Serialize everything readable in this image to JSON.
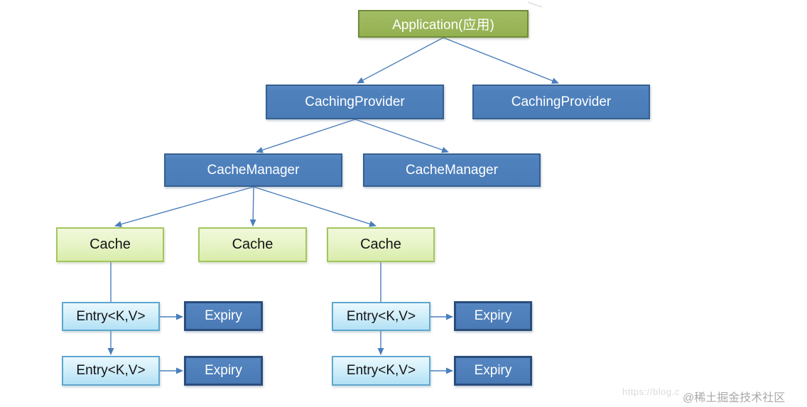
{
  "diagram": {
    "nodes": {
      "application": "Application(应用)",
      "caching_provider_left": "CachingProvider",
      "caching_provider_right": "CachingProvider",
      "cache_manager_left": "CacheManager",
      "cache_manager_right": "CacheManager",
      "cache_left": "Cache",
      "cache_middle": "Cache",
      "cache_right": "Cache",
      "entry_left_1": "Entry<K,V>",
      "expiry_left_1": "Expiry",
      "entry_left_2": "Entry<K,V>",
      "expiry_left_2": "Expiry",
      "entry_right_1": "Entry<K,V>",
      "expiry_right_1": "Expiry",
      "entry_right_2": "Entry<K,V>",
      "expiry_right_2": "Expiry"
    },
    "edges": [
      {
        "from": "application",
        "to": "caching_provider_left",
        "arrowhead": true
      },
      {
        "from": "application",
        "to": "caching_provider_right",
        "arrowhead": true
      },
      {
        "from": "caching_provider_left",
        "to": "cache_manager_left",
        "arrowhead": true
      },
      {
        "from": "caching_provider_left",
        "to": "cache_manager_right",
        "arrowhead": true
      },
      {
        "from": "cache_manager_left",
        "to": "cache_left",
        "arrowhead": true
      },
      {
        "from": "cache_manager_left",
        "to": "cache_middle",
        "arrowhead": true
      },
      {
        "from": "cache_manager_left",
        "to": "cache_right",
        "arrowhead": true
      },
      {
        "from": "cache_left",
        "to": "entry_left_1",
        "arrowhead": false
      },
      {
        "from": "entry_left_1",
        "to": "entry_left_2",
        "arrowhead": true
      },
      {
        "from": "entry_left_1",
        "to": "expiry_left_1",
        "arrowhead": true
      },
      {
        "from": "entry_left_2",
        "to": "expiry_left_2",
        "arrowhead": true
      },
      {
        "from": "cache_right",
        "to": "entry_right_1",
        "arrowhead": false
      },
      {
        "from": "entry_right_1",
        "to": "entry_right_2",
        "arrowhead": true
      },
      {
        "from": "entry_right_1",
        "to": "expiry_right_1",
        "arrowhead": true
      },
      {
        "from": "entry_right_2",
        "to": "expiry_right_2",
        "arrowhead": true
      }
    ],
    "colors": {
      "application_fill": "#94b150",
      "application_border": "#6f8c3a",
      "blue_fill": "#4f81bd",
      "blue_border": "#36608f",
      "expiry_border": "#2a4d7c",
      "cache_fill": "#e6f3c4",
      "cache_border": "#a3c55f",
      "entry_fill": "#cdecf9",
      "entry_border": "#5fa7cf",
      "connector": "#4a7ebb"
    }
  },
  "watermark": {
    "url_text": "https://blog.c",
    "site_text": "@稀土掘金技术社区"
  }
}
